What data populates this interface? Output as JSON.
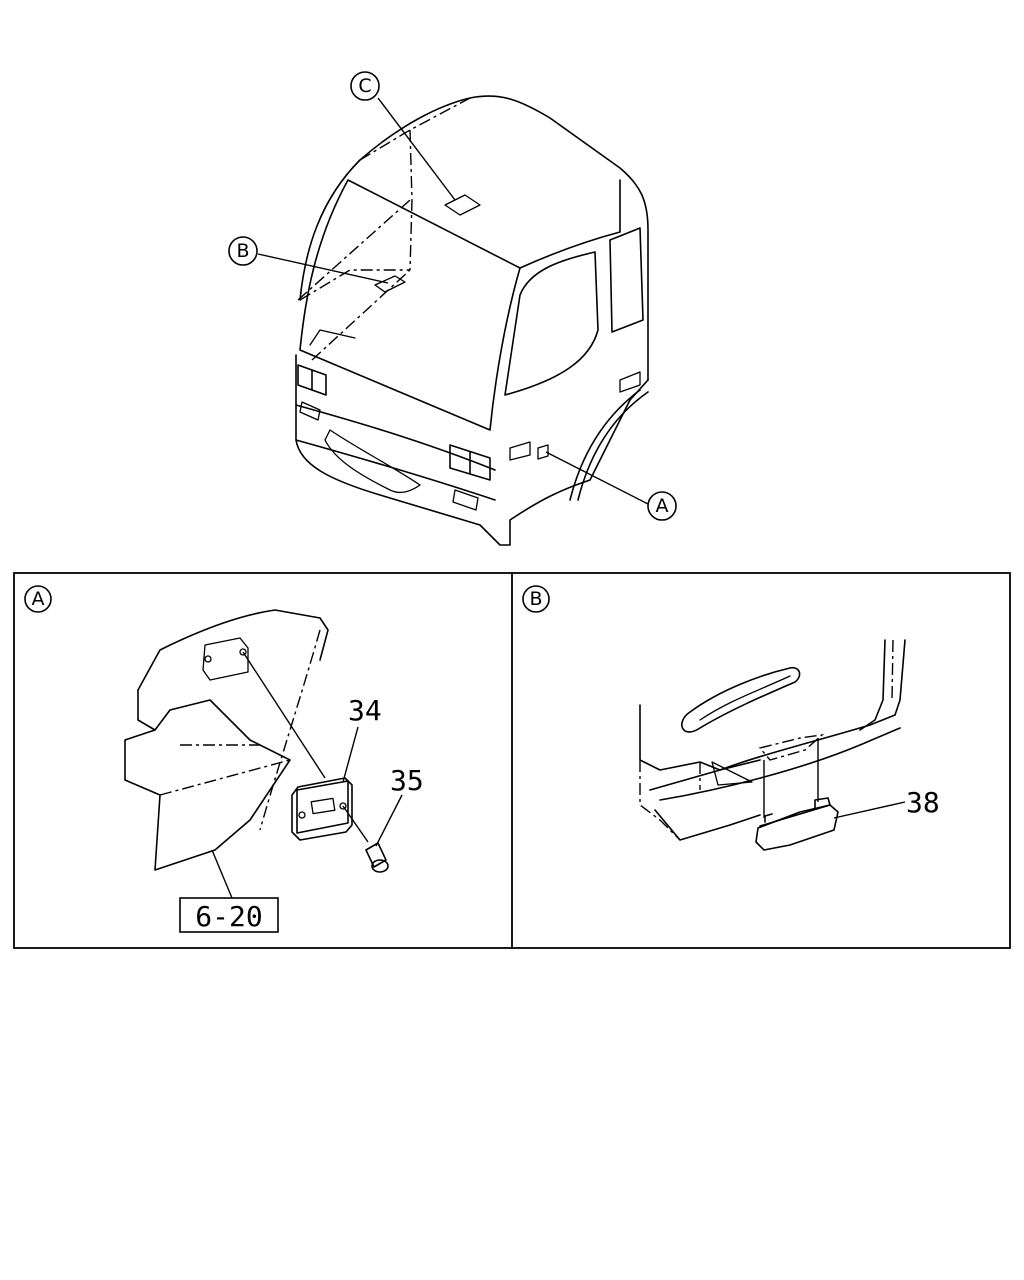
{
  "callouts": {
    "a": "A",
    "b": "B",
    "c": "C"
  },
  "panels": {
    "a": {
      "label": "A"
    },
    "b": {
      "label": "B"
    }
  },
  "parts": {
    "p34": "34",
    "p35": "35",
    "p38": "38",
    "ref_box": "6-20"
  }
}
